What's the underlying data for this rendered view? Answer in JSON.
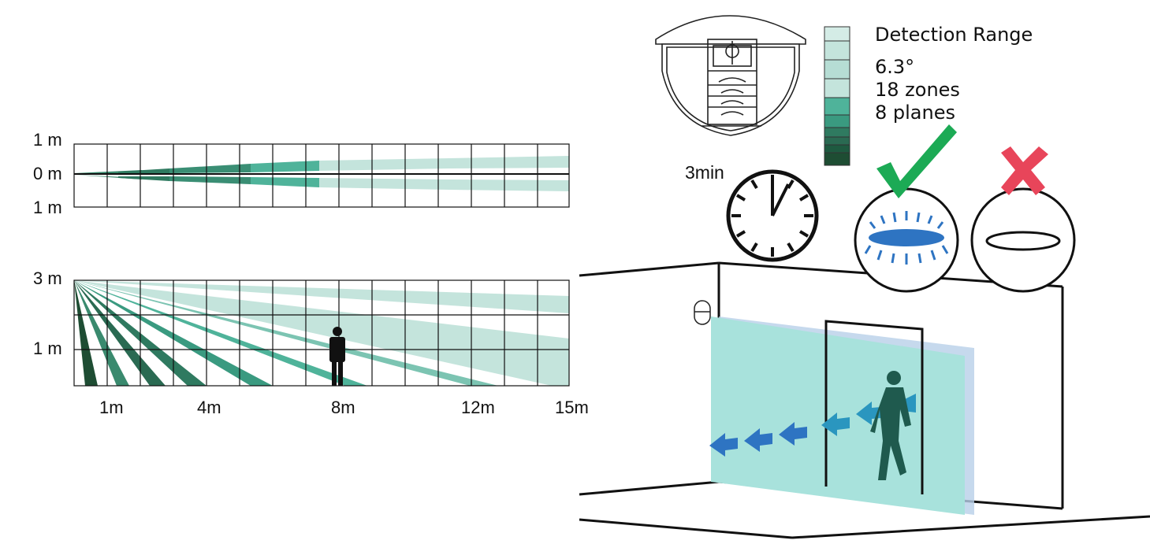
{
  "top_view": {
    "y_labels": [
      "1 m",
      "0 m",
      "1 m"
    ]
  },
  "side_view": {
    "y_labels": [
      "3 m",
      "1 m"
    ],
    "x_labels": [
      "1m",
      "4m",
      "8m",
      "12m",
      "15m"
    ]
  },
  "legend": {
    "title": "Detection Range",
    "lines": [
      "6.3°",
      "18 zones",
      "8 planes"
    ],
    "colors": [
      "#1e4d33",
      "#2a6a52",
      "#2f7a60",
      "#3a9a80",
      "#4fb39a",
      "#b6ddd4",
      "#c4e4dc",
      "#d4ece6"
    ]
  },
  "timer": {
    "label": "3min"
  },
  "icons": {
    "sensor": "ceiling-sensor-icon",
    "clock": "clock-icon",
    "check": "checkmark-icon",
    "cross": "cross-icon"
  },
  "colors": {
    "curtain": "#a8e2dc",
    "arrow_blue": "#2e74c2",
    "arrow_teal": "#2a96bf",
    "check_green": "#1caa55",
    "cross_red": "#e8455a",
    "led_blue": "#2e74c2",
    "person": "#1f5a4e"
  }
}
